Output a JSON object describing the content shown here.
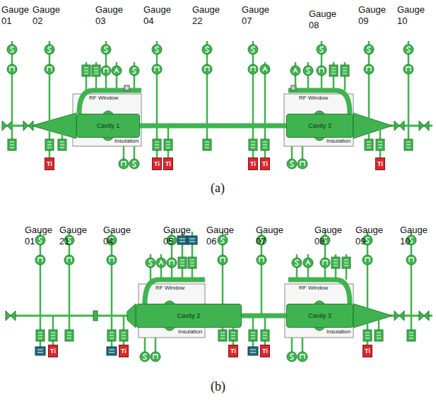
{
  "diagram": {
    "nodes": [
      {
        "text": [
          "Cavity 1"
        ]
      },
      {
        "text": [
          "Cavity 3"
        ]
      },
      {
        "text": [
          "Cavity 2"
        ]
      },
      {
        "text": [
          "Cavity 3"
        ]
      }
    ],
    "edges": [
      {
        "from": 0,
        "to": 1,
        "arrow": "none"
      },
      {
        "from": 2,
        "to": 3,
        "arrow": "none"
      }
    ],
    "labels": [
      "Gauge 01",
      "Gauge 02",
      "Gauge 03",
      "Gauge 04",
      "Gauge 22",
      "Gauge 07",
      "Gauge 08",
      "Gauge 09",
      "Gauge 10",
      "RF Window",
      "Insulation",
      "RF Window",
      "Insulation",
      "Ti",
      "Ti",
      "Ti",
      "Ti",
      "Ti",
      "Ti",
      "(a)",
      "Gauge 01",
      "Gauge 21",
      "Gauge 04",
      "Gauge 05",
      "Gauge 06",
      "Gauge 07",
      "Gauge 08",
      "Gauge 09",
      "Gauge 10",
      "RF Window",
      "Insulation",
      "RF Window",
      "Insulation",
      "Ti",
      "Ti",
      "Ti",
      "Ti",
      "Ti",
      "(b)"
    ]
  }
}
